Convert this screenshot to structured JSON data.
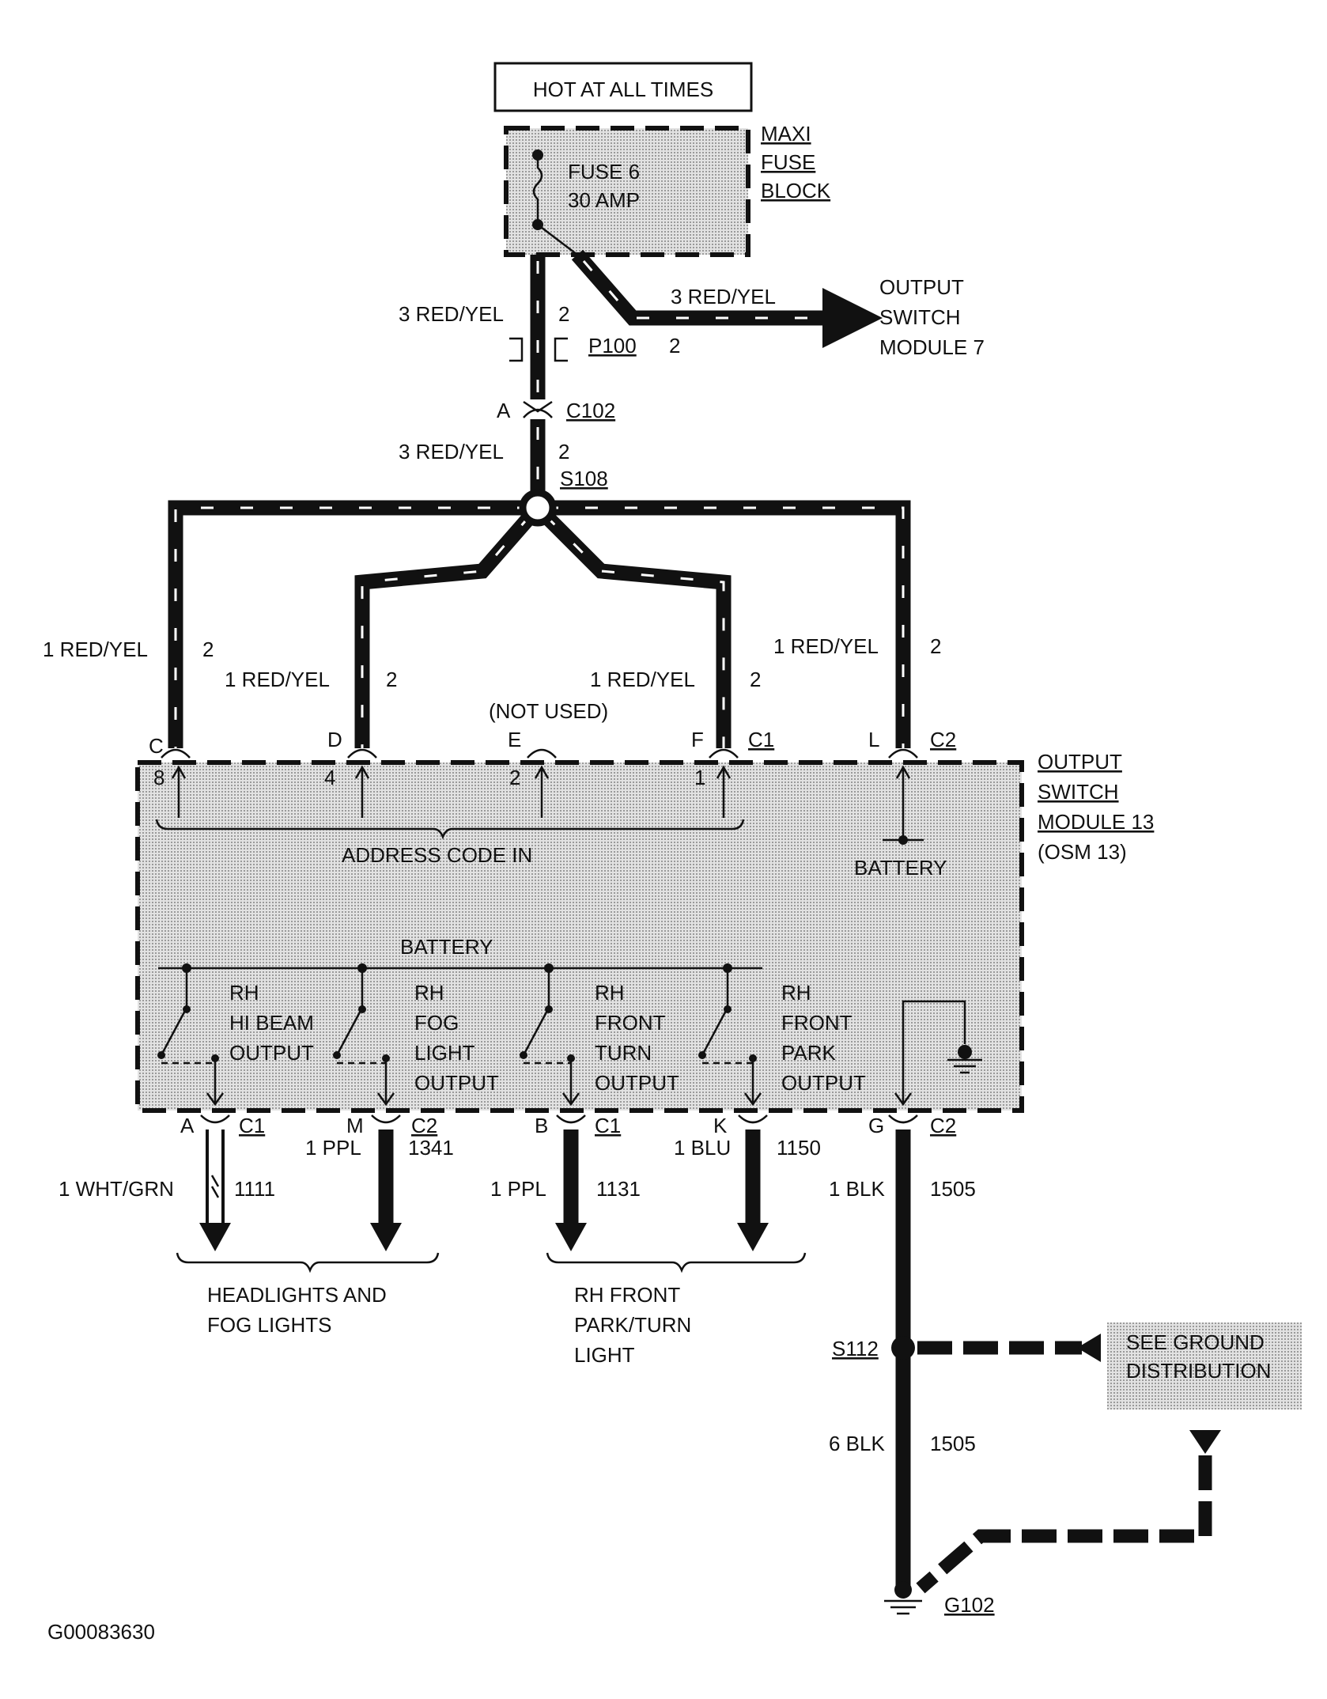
{
  "colors": {
    "ink": "#111111",
    "shade": "#c8c8c8",
    "paper": "#ffffff"
  },
  "header": {
    "power_label": "HOT AT ALL TIMES"
  },
  "fuse_block": {
    "name_lines": [
      "MAXI",
      "FUSE",
      "BLOCK"
    ],
    "fuse_label": "FUSE 6",
    "fuse_rating": "30 AMP"
  },
  "feed": {
    "wire_left": "3 RED/YEL",
    "wire_left_num": "2",
    "branch_wire": "3 RED/YEL",
    "branch_target": [
      "OUTPUT",
      "SWITCH",
      "MODULE 7"
    ],
    "p100": "P100",
    "p100_num": "2",
    "c102_pin": "A",
    "c102": "C102",
    "wire2": "3 RED/YEL",
    "wire2_num": "2",
    "splice": "S108"
  },
  "branches": [
    {
      "label": "1 RED/YEL",
      "num": "2",
      "pin": "C",
      "inner": "8"
    },
    {
      "label": "1 RED/YEL",
      "num": "2",
      "pin": "D",
      "inner": "4"
    },
    {
      "label": "(NOT USED)",
      "pin": "E",
      "inner": "2"
    },
    {
      "label": "1 RED/YEL",
      "num": "2",
      "pin": "F",
      "inner": "1"
    },
    {
      "label": "1 RED/YEL",
      "num": "2",
      "pin": "L"
    }
  ],
  "connectors": {
    "c1_top": "C1",
    "c2_top": "C2"
  },
  "module": {
    "name_lines": [
      "OUTPUT",
      "SWITCH",
      "MODULE 13"
    ],
    "abbrev": "(OSM 13)",
    "address_label": "ADDRESS CODE IN",
    "battery_right": "BATTERY",
    "battery_bus": "BATTERY",
    "outputs": [
      {
        "lines": [
          "RH",
          "HI BEAM",
          "OUTPUT"
        ]
      },
      {
        "lines": [
          "RH",
          "FOG",
          "LIGHT",
          "OUTPUT"
        ]
      },
      {
        "lines": [
          "RH",
          "FRONT",
          "TURN",
          "OUTPUT"
        ]
      },
      {
        "lines": [
          "RH",
          "FRONT",
          "PARK",
          "OUTPUT"
        ]
      }
    ]
  },
  "bottom": {
    "pins": [
      {
        "pin": "A",
        "conn": "C1",
        "wire": "1 WHT/GRN",
        "circuit": "1111"
      },
      {
        "pin": "M",
        "conn": "C2",
        "wire": "1 PPL",
        "circuit": "1341"
      },
      {
        "pin": "B",
        "conn": "C1",
        "wire": "1 PPL",
        "circuit": "1131"
      },
      {
        "pin": "K",
        "wire": "1 BLU",
        "circuit": "1150"
      },
      {
        "pin": "G",
        "conn": "C2",
        "wire": "1 BLK",
        "circuit": "1505"
      }
    ],
    "group1": [
      "HEADLIGHTS AND",
      "FOG LIGHTS"
    ],
    "group2": [
      "RH FRONT",
      "PARK/TURN",
      "LIGHT"
    ],
    "splice": "S112",
    "ground_ref": [
      "SEE GROUND",
      "DISTRIBUTION"
    ],
    "wire_lower": "6 BLK",
    "circuit_lower": "1505",
    "ground": "G102"
  },
  "figure_id": "G00083630"
}
